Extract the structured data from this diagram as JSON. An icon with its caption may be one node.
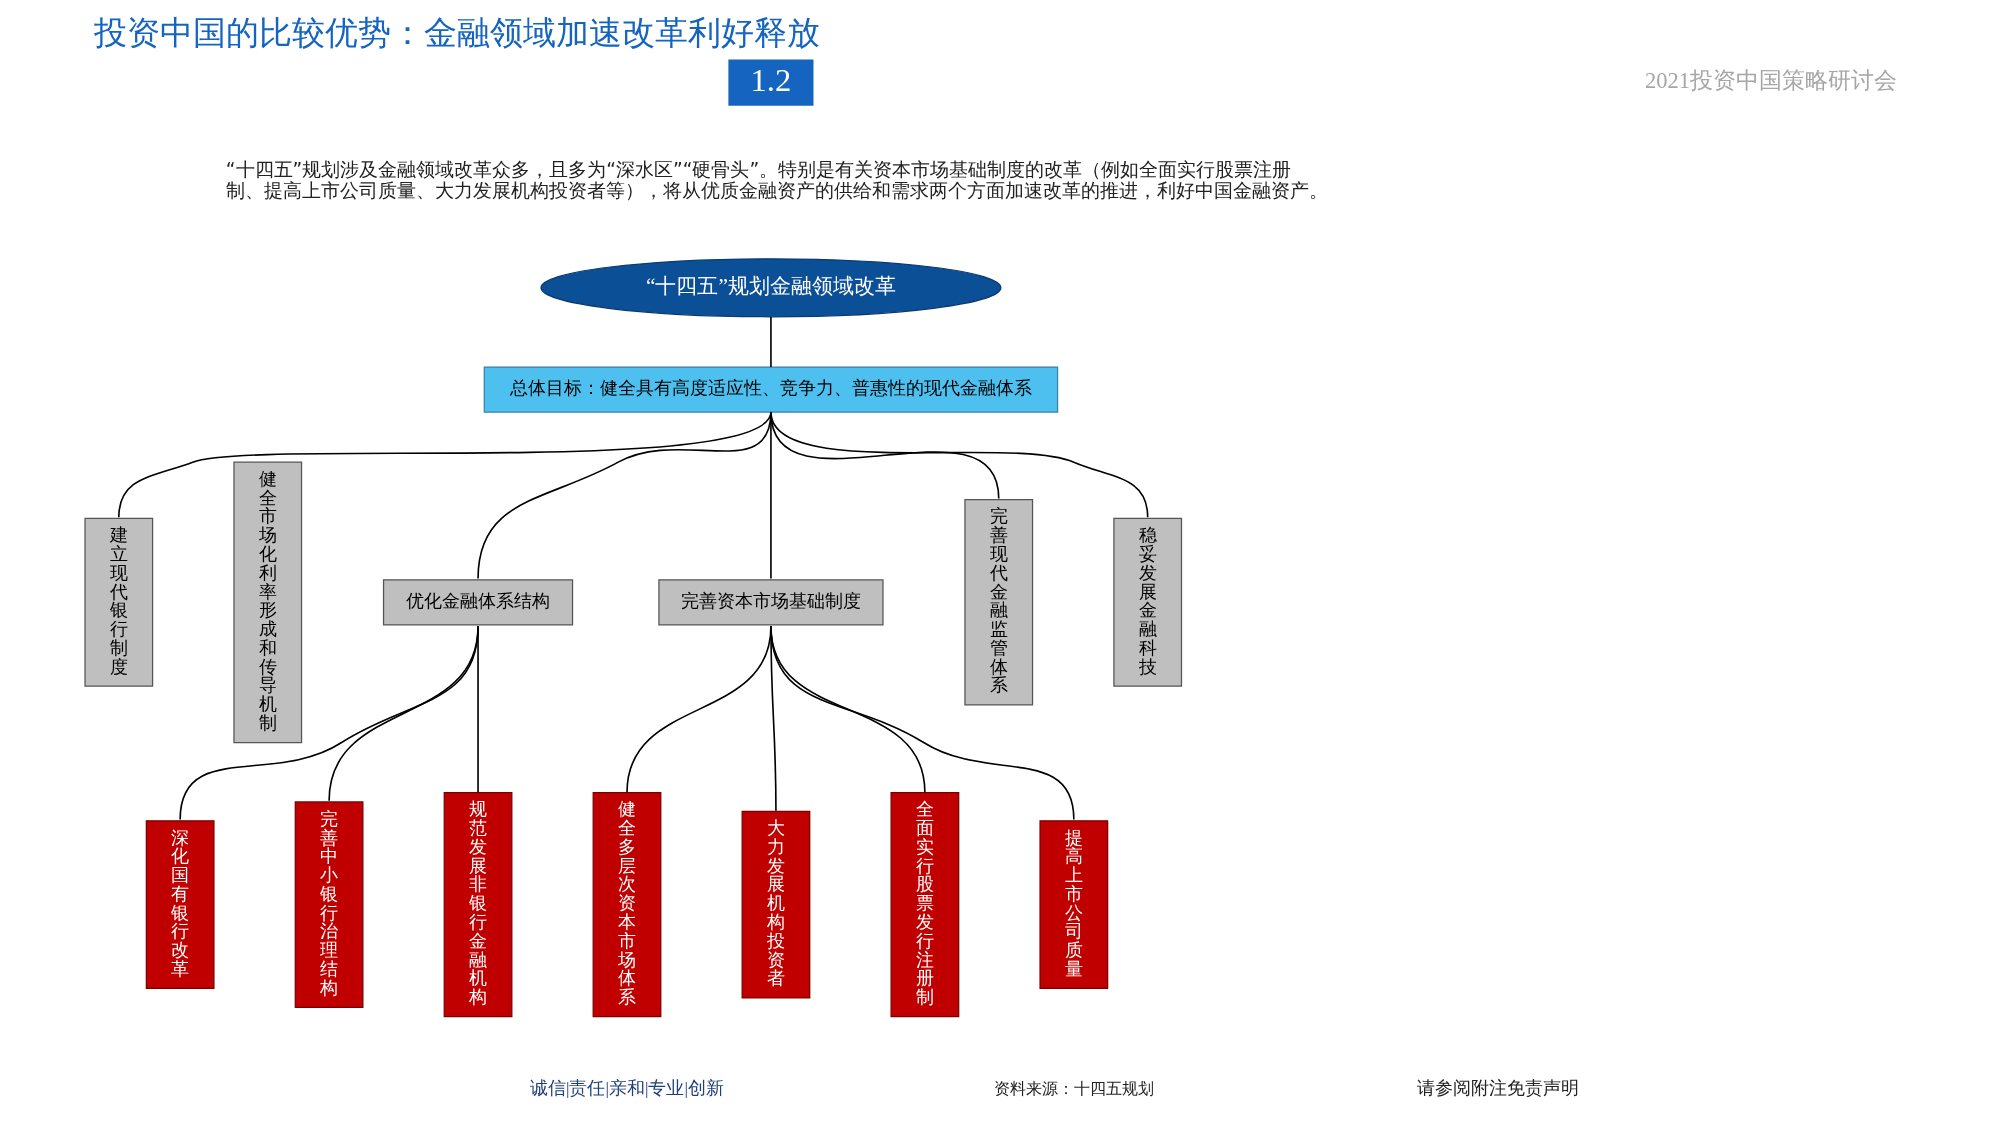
{
  "diagram": {
    "title": "投资中国的比较优势：金融领域加速改革利好释放",
    "nodes": [
      {
        "text": [
          "“十四五”规划金融领域改革"
        ]
      },
      {
        "text": [
          "总体目标：健全具有高度适应性、竞争力、普惠性的现代金融体系"
        ]
      },
      {
        "text": [
          "建立现代银行制度"
        ]
      },
      {
        "text": [
          "健全市场化利率形成和传导机制"
        ]
      },
      {
        "text": [
          "优化金融体系结构"
        ]
      },
      {
        "text": [
          "深化国有银行改革"
        ]
      },
      {
        "text": [
          "完善中小银行治理结构"
        ]
      },
      {
        "text": [
          "规范发展非银行金融机构"
        ]
      },
      {
        "text": [
          "完善资本市场基础制度"
        ]
      },
      {
        "text": [
          "健全多层次资本市场体系"
        ]
      },
      {
        "text": [
          "大力发展机构投资者"
        ]
      },
      {
        "text": [
          "全面实行股票发行注册制"
        ]
      },
      {
        "text": [
          "提高上市公司质量"
        ]
      },
      {
        "text": [
          "完善现代金融监管体系"
        ]
      },
      {
        "text": [
          "稳妥发展金融科技"
        ]
      }
    ],
    "edges": [
      {
        "from": 0,
        "to": 1,
        "arrow": "none"
      },
      {
        "from": 1,
        "to": 2,
        "arrow": "none"
      },
      {
        "from": 1,
        "to": 4,
        "arrow": "none"
      },
      {
        "from": 1,
        "to": 8,
        "arrow": "none"
      },
      {
        "from": 1,
        "to": 13,
        "arrow": "none"
      },
      {
        "from": 1,
        "to": 14,
        "arrow": "none"
      },
      {
        "from": 4,
        "to": 5,
        "arrow": "none"
      },
      {
        "from": 4,
        "to": 6,
        "arrow": "none"
      },
      {
        "from": 4,
        "to": 7,
        "arrow": "none"
      },
      {
        "from": 8,
        "to": 9,
        "arrow": "none"
      },
      {
        "from": 8,
        "to": 10,
        "arrow": "none"
      },
      {
        "from": 8,
        "to": 11,
        "arrow": "none"
      },
      {
        "from": 8,
        "to": 12,
        "arrow": "none"
      }
    ],
    "labels": [
      "1.2",
      "2021投资中国策略研讨会",
      "“十四五”规划涉及金融领域改革众多，且多为“深水区”“硬骨头”。特别是有关资本市场基础制度的改革（例如全面实行股票注册制、提高上市公司质量、大力发展机构投资者等），将从优质金融资产的供给和需求两个方面加速改革的推进，利好中国金融资产。",
      "诚信|责任|亲和|专业|创新",
      "请参阅附注免责声明",
      "资料来源：十四五规划"
    ]
  }
}
